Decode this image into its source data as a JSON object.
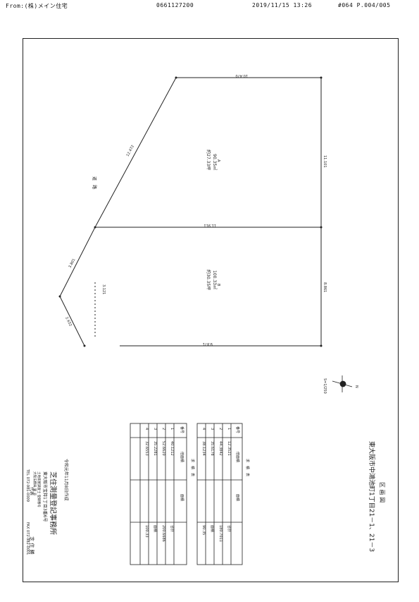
{
  "fax_header": {
    "from": "From:(株)メイン住宅",
    "fax_number": "0661127200",
    "datetime": "2019/11/15 13:26",
    "page": "#064 P.004/005"
  },
  "title_block": {
    "title": "区 画 図",
    "location": "東大阪市中鴻池町1丁目21－1、21－3"
  },
  "plot": {
    "segments": {
      "top_edge": "10.470",
      "right_upper": "11.101",
      "middle_line": "11.911",
      "right_lower": "8.861",
      "bottom_edge": "9.871",
      "left_lower": "3.121",
      "left_diag_upper": "12.472",
      "left_diag_mid": "3.801",
      "left_diag_low": "2.652"
    },
    "road_label": "道　路",
    "lot_a": {
      "letter": "A",
      "area_m2": "90.35㎡",
      "area_tsubo": "約27.33坪"
    },
    "lot_b": {
      "letter": "B",
      "area_m2": "100.33㎡",
      "area_tsubo": "約30.35坪"
    },
    "north_label": "N",
    "scale": "S=1/250"
  },
  "tables": {
    "upper": {
      "header": "求　積　表",
      "columns": [
        "番号",
        "倍面積",
        "面積"
      ],
      "rows": [
        [
          "1",
          "12.3521",
          "−"
        ],
        [
          "2",
          "44.3842",
          "−"
        ],
        [
          "3",
          "35.6178",
          "−"
        ],
        [
          "4",
          "38.1234",
          "−"
        ]
      ],
      "total_label": "合計",
      "total_value": "180.7011",
      "area_label": "面積",
      "area_value": "90.35"
    },
    "lower": {
      "header": "求　積　表",
      "columns": [
        "番号",
        "倍面積",
        "面積"
      ],
      "rows": [
        [
          "1",
          "40.1212",
          "−"
        ],
        [
          "2",
          "52.6620",
          "−"
        ],
        [
          "3",
          "35.2281",
          "−"
        ],
        [
          "4",
          "32.6553",
          "−"
        ]
      ],
      "total_label": "合計",
      "total_value": "200.6686",
      "area_label": "面積",
      "area_value": "100.33"
    }
  },
  "surveyor": {
    "date": "令和元年11月8日作成",
    "office": "芝住測量登記事務所",
    "address": "東大阪市宝持1丁目3番6号",
    "cert1": "土地家屋調査士 登録番号",
    "cert2": "大阪法務局 第 号",
    "name_label": "代表",
    "name": "芝 住 勝",
    "tel": "TEL 072-981-0009",
    "fax": "FAX 072-982-0001"
  }
}
